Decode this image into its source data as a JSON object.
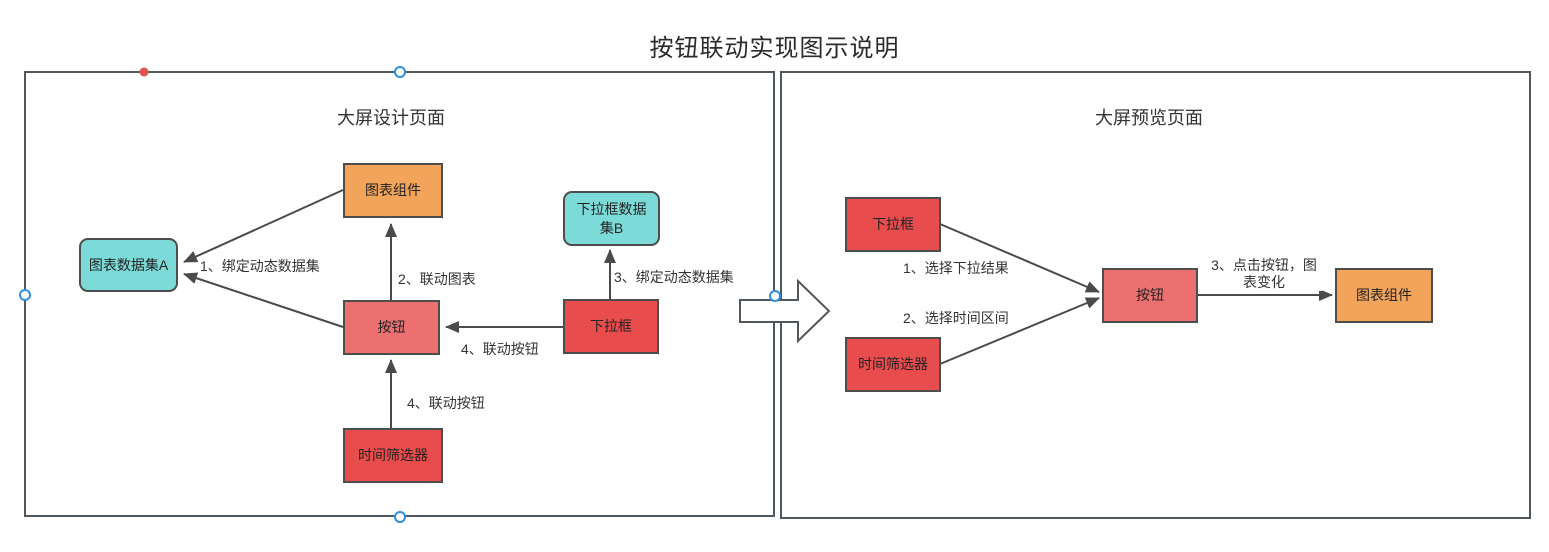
{
  "title": "按钮联动实现图示说明",
  "colors": {
    "orange": "#F2A45B",
    "cyan": "#7CDBD8",
    "salmon": "#EC7070",
    "red": "#E94C4C",
    "box_border": "#4D4D4D",
    "panel_border": "#50575D",
    "arrow": "#4A4A4A",
    "handle_blue": "#2E8DE5",
    "handle_red": "#E0534B",
    "text": "#333333"
  },
  "left_panel": {
    "title": "大屏设计页面",
    "nodes": {
      "chart_component": "图表组件",
      "chart_dataset_a": "图表数据集A",
      "dropdown_dataset_b": "下拉框数据集B",
      "button": "按钮",
      "dropdown": "下拉框",
      "time_filter": "时间筛选器"
    },
    "labels": {
      "bind_dataset_a": "1、绑定动态数据集",
      "link_chart": "2、联动图表",
      "bind_dataset_b": "3、绑定动态数据集",
      "link_button_dropdown": "4、联动按钮",
      "link_button_time": "4、联动按钮"
    }
  },
  "right_panel": {
    "title": "大屏预览页面",
    "nodes": {
      "dropdown": "下拉框",
      "time_filter": "时间筛选器",
      "button": "按钮",
      "chart_component": "图表组件"
    },
    "labels": {
      "select_dropdown": "1、选择下拉结果",
      "select_time": "2、选择时间区间",
      "click_button": "3、点击按钮，图表变化"
    }
  }
}
